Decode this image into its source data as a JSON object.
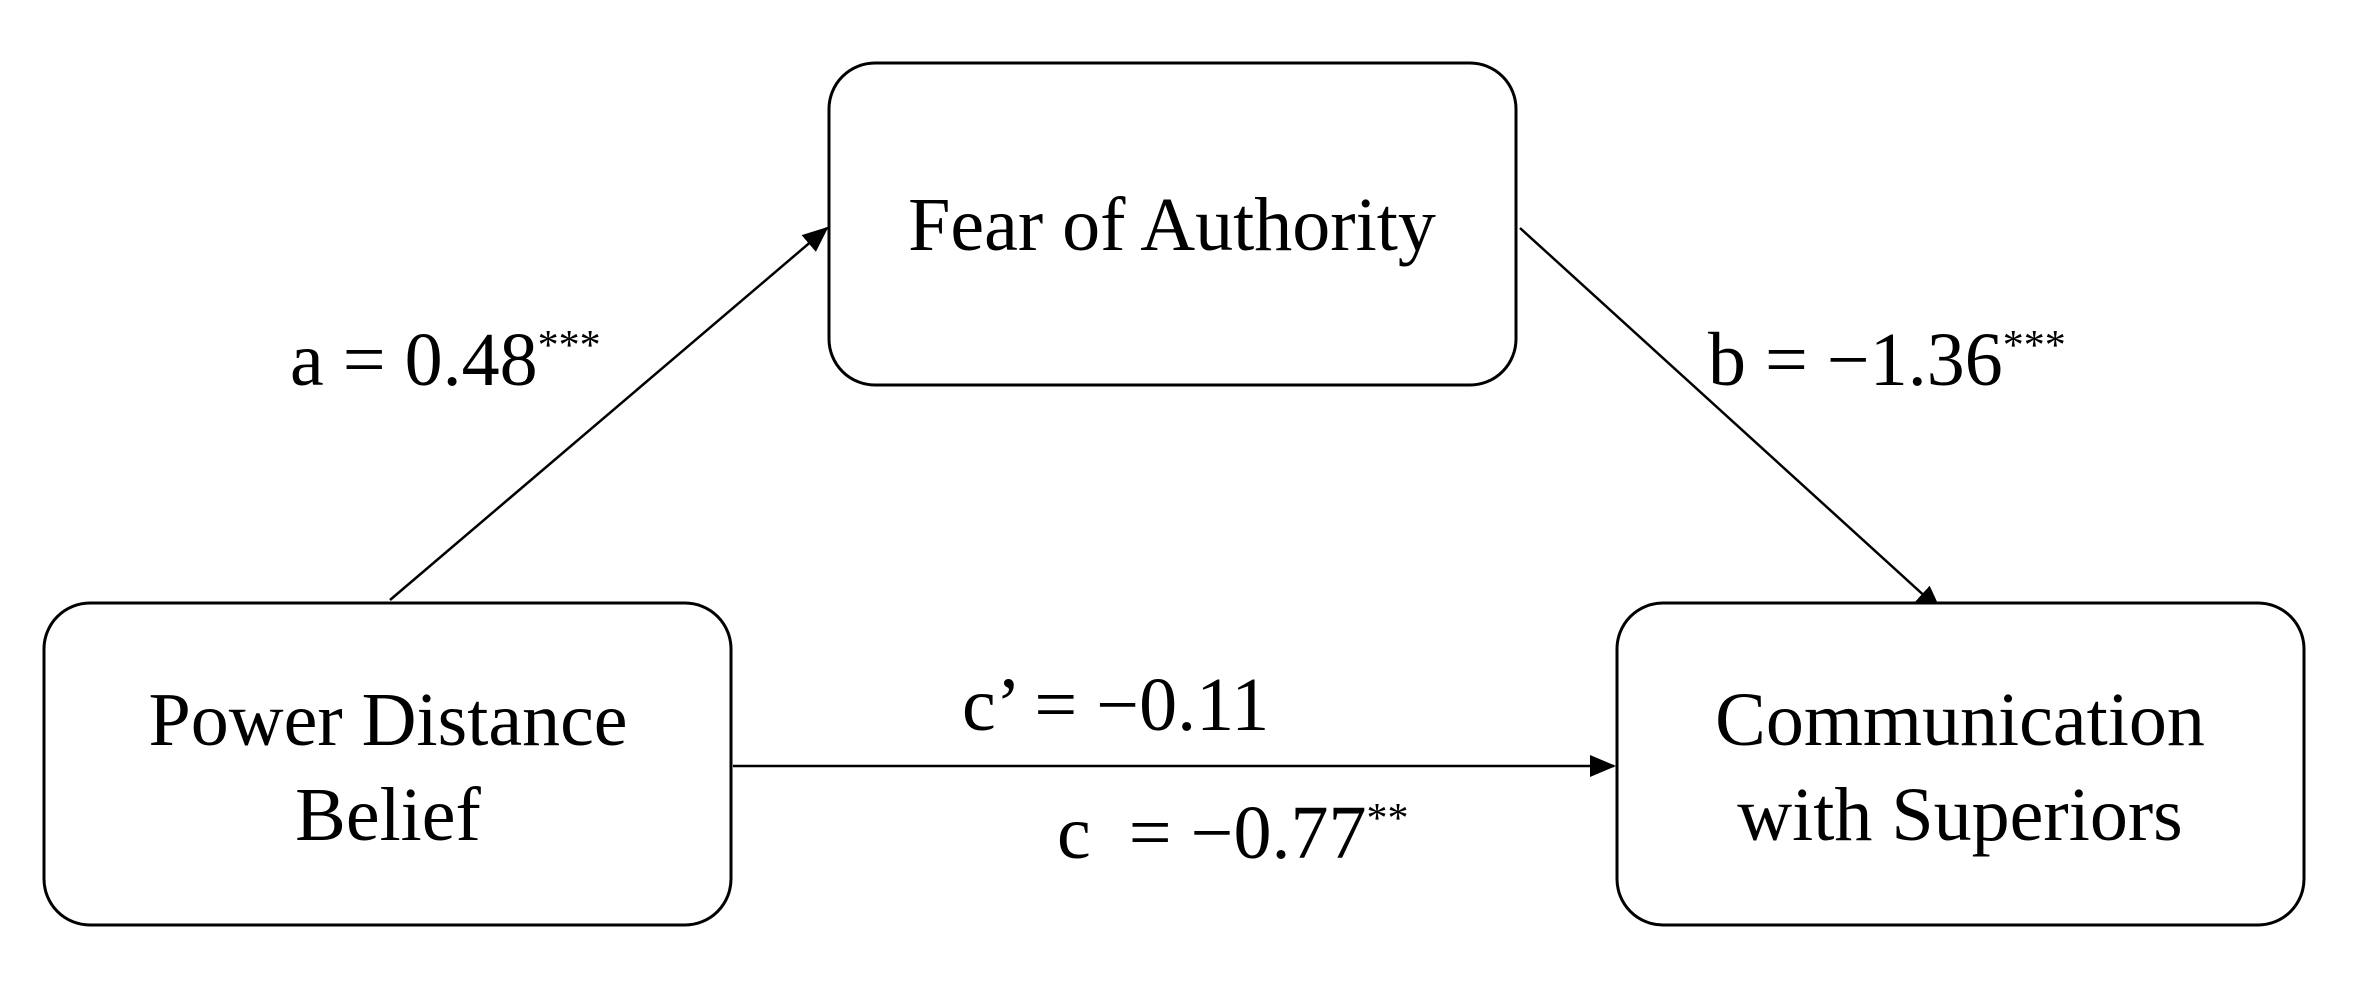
{
  "nodes": {
    "mediator": {
      "line1": "Fear of Authority"
    },
    "predictor": {
      "line1": "Power Distance",
      "line2": "Belief"
    },
    "outcome": {
      "line1": "Communication",
      "line2": "with Superiors"
    }
  },
  "paths": {
    "a": {
      "label": "a = 0.48",
      "sig": "***"
    },
    "b": {
      "label": "b = −1.36",
      "sig": "***"
    },
    "c_prime": {
      "label": "c’ = −0.11",
      "sig": ""
    },
    "c": {
      "label": "c  = −0.77",
      "sig": "**"
    }
  },
  "colors": {
    "stroke": "#000000",
    "background": "#ffffff"
  }
}
